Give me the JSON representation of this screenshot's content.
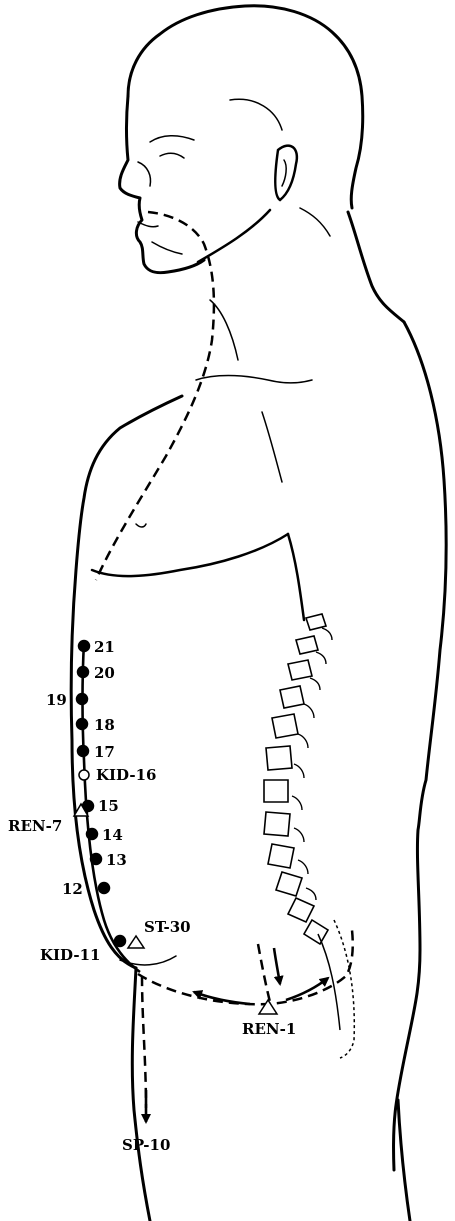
{
  "figure": {
    "colors": {
      "ink": "#000000",
      "paper": "#ffffff"
    },
    "points": [
      {
        "id": "kid-21",
        "label": "21",
        "marker": "filled-dot"
      },
      {
        "id": "kid-20",
        "label": "20",
        "marker": "filled-dot"
      },
      {
        "id": "kid-19",
        "label": "19",
        "marker": "filled-dot"
      },
      {
        "id": "kid-18",
        "label": "18",
        "marker": "filled-dot"
      },
      {
        "id": "kid-17",
        "label": "17",
        "marker": "filled-dot"
      },
      {
        "id": "kid-16",
        "label": "KID-16",
        "marker": "open-dot"
      },
      {
        "id": "kid-15",
        "label": "15",
        "marker": "filled-dot"
      },
      {
        "id": "ren-7",
        "label": "REN-7",
        "marker": "triangle"
      },
      {
        "id": "kid-14",
        "label": "14",
        "marker": "filled-dot"
      },
      {
        "id": "kid-13",
        "label": "13",
        "marker": "filled-dot"
      },
      {
        "id": "kid-12",
        "label": "12",
        "marker": "filled-dot"
      },
      {
        "id": "kid-11",
        "label": "KID-11",
        "marker": "filled-dot"
      },
      {
        "id": "st-30",
        "label": "ST-30",
        "marker": "triangle"
      },
      {
        "id": "ren-1",
        "label": "REN-1",
        "marker": "triangle"
      },
      {
        "id": "sp-10",
        "label": "SP-10",
        "marker": "arrow"
      }
    ]
  }
}
